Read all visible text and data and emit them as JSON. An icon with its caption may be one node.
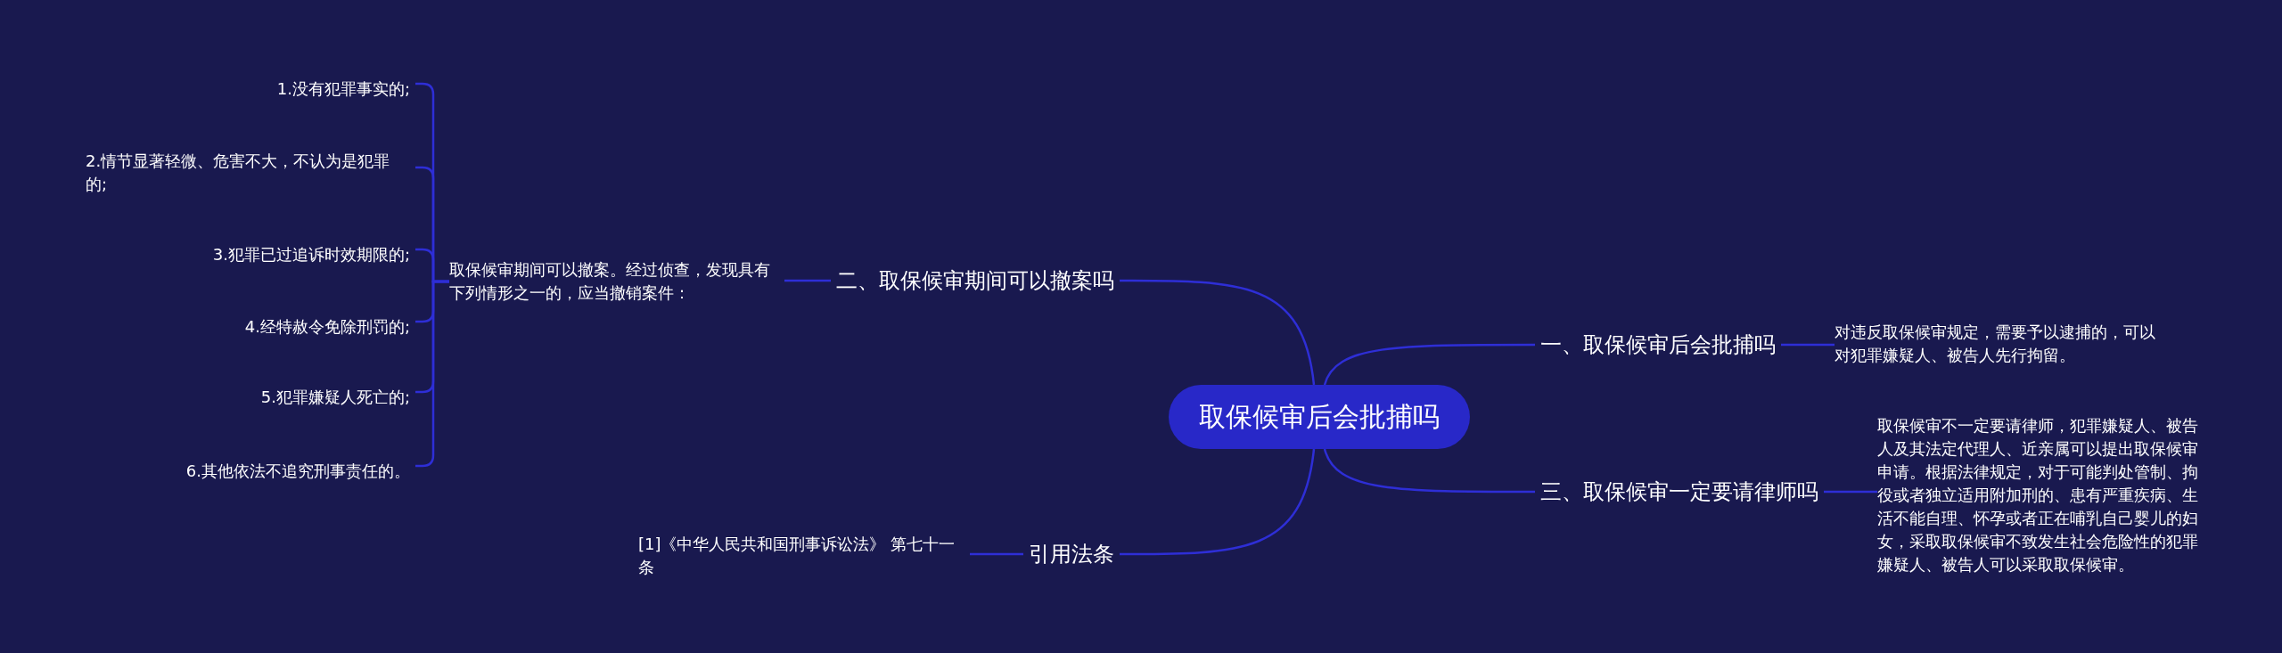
{
  "diagram": {
    "nodes": [
      {
        "text": [
          "取保候审后会批捕吗"
        ]
      },
      {
        "text": [
          "一、取保候审后会批捕吗"
        ]
      },
      {
        "text": [
          "对违反取保候审规定，需要予以逮捕的，可以对犯罪嫌疑人、被告人先行拘留。"
        ]
      },
      {
        "text": [
          "三、取保候审一定要请律师吗"
        ]
      },
      {
        "text": [
          "取保候审不一定要请律师，犯罪嫌疑人、被告人及其法定代理人、近亲属可以提出取保候审申请。根据法律规定，对于可能判处管制、拘役或者独立适用附加刑的、患有严重疾病、生活不能自理、怀孕或者正在哺乳自己婴儿的妇女，采取取保候审不致发生社会危险性的犯罪嫌疑人、被告人可以采取取保候审。"
        ]
      },
      {
        "text": [
          "二、取保候审期间可以撤案吗"
        ]
      },
      {
        "text": [
          "取保候审期间可以撤案。经过侦查，发现具有下列情形之一的，应当撤销案件："
        ]
      },
      {
        "text": [
          "1.没有犯罪事实的;"
        ]
      },
      {
        "text": [
          "2.情节显著轻微、危害不大，不认为是犯罪的;"
        ]
      },
      {
        "text": [
          "3.犯罪已过追诉时效期限的;"
        ]
      },
      {
        "text": [
          "4.经特赦令免除刑罚的;"
        ]
      },
      {
        "text": [
          "5.犯罪嫌疑人死亡的;"
        ]
      },
      {
        "text": [
          "6.其他依法不追究刑事责任的。"
        ]
      },
      {
        "text": [
          "引用法条"
        ]
      },
      {
        "text": [
          "[1]《中华人民共和国刑事诉讼法》 第七十一条"
        ]
      }
    ],
    "edges": [
      {
        "from": 0,
        "to": 1,
        "arrow": "none"
      },
      {
        "from": 1,
        "to": 2,
        "arrow": "none"
      },
      {
        "from": 0,
        "to": 3,
        "arrow": "none"
      },
      {
        "from": 3,
        "to": 4,
        "arrow": "none"
      },
      {
        "from": 0,
        "to": 5,
        "arrow": "none"
      },
      {
        "from": 5,
        "to": 6,
        "arrow": "none"
      },
      {
        "from": 6,
        "to": 7,
        "arrow": "none"
      },
      {
        "from": 6,
        "to": 8,
        "arrow": "none"
      },
      {
        "from": 6,
        "to": 9,
        "arrow": "none"
      },
      {
        "from": 6,
        "to": 10,
        "arrow": "none"
      },
      {
        "from": 6,
        "to": 11,
        "arrow": "none"
      },
      {
        "from": 6,
        "to": 12,
        "arrow": "none"
      },
      {
        "from": 0,
        "to": 13,
        "arrow": "none"
      },
      {
        "from": 13,
        "to": 14,
        "arrow": "none"
      }
    ]
  }
}
